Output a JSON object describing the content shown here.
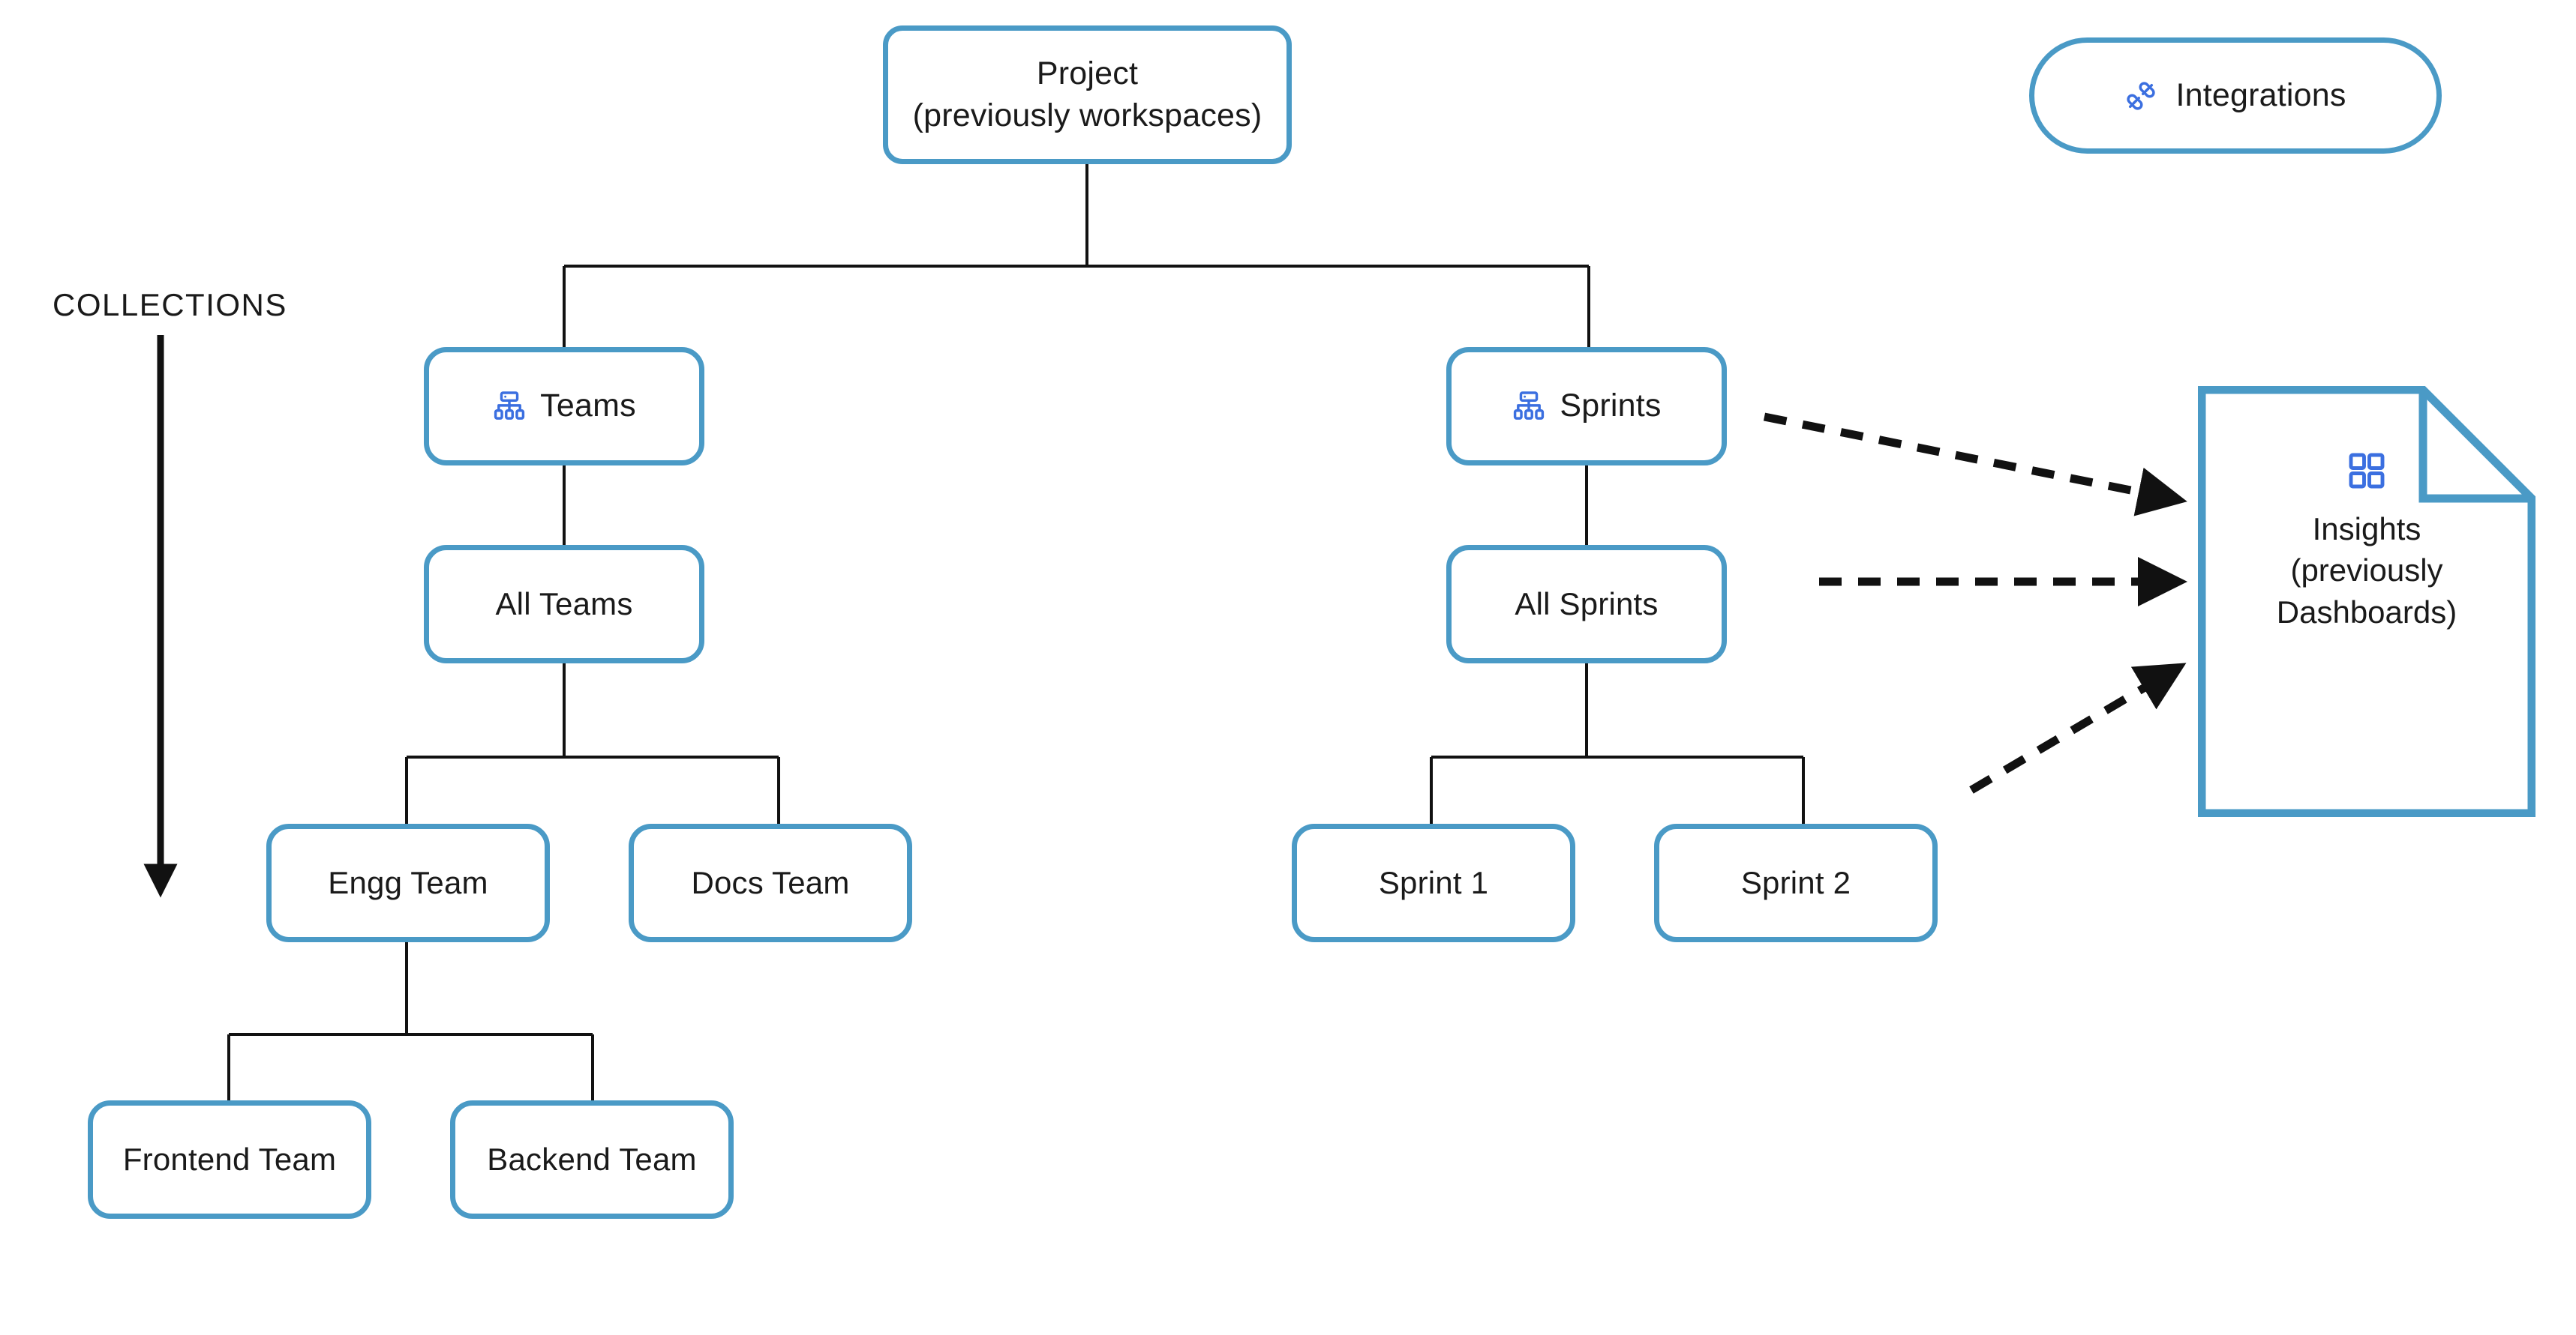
{
  "diagram": {
    "title": "Project hierarchy and collections",
    "background_color": "#ffffff",
    "node_border_color": "#4a9ac6",
    "icon_color": "#3b6fe0",
    "connector_color": "#111111",
    "text_color": "#1a1a1a"
  },
  "annotations": {
    "collections_label": "COLLECTIONS",
    "collections_arrow_direction": "down"
  },
  "nodes": {
    "project": {
      "label": "Project\n(previously workspaces)",
      "shape": "rounded-rectangle"
    },
    "integrations": {
      "label": "Integrations",
      "icon": "plug-connection-icon",
      "shape": "pill"
    },
    "teams": {
      "label": "Teams",
      "icon": "hierarchy-icon",
      "shape": "rounded-rectangle"
    },
    "sprints": {
      "label": "Sprints",
      "icon": "hierarchy-icon",
      "shape": "rounded-rectangle"
    },
    "all_teams": {
      "label": "All Teams",
      "shape": "rounded-rectangle"
    },
    "all_sprints": {
      "label": "All Sprints",
      "shape": "rounded-rectangle"
    },
    "engg_team": {
      "label": "Engg Team",
      "shape": "rounded-rectangle"
    },
    "docs_team": {
      "label": "Docs Team",
      "shape": "rounded-rectangle"
    },
    "sprint_1": {
      "label": "Sprint 1",
      "shape": "rounded-rectangle"
    },
    "sprint_2": {
      "label": "Sprint 2",
      "shape": "rounded-rectangle"
    },
    "frontend_team": {
      "label": "Frontend Team",
      "shape": "rounded-rectangle"
    },
    "backend_team": {
      "label": "Backend Team",
      "shape": "rounded-rectangle"
    },
    "insights": {
      "label": "Insights\n(previously\nDashboards)",
      "icon": "dashboard-grid-icon",
      "shape": "document-folded-corner"
    }
  },
  "edges": [
    {
      "from": "project",
      "to": "teams",
      "style": "solid"
    },
    {
      "from": "project",
      "to": "sprints",
      "style": "solid"
    },
    {
      "from": "teams",
      "to": "all_teams",
      "style": "solid"
    },
    {
      "from": "all_teams",
      "to": "engg_team",
      "style": "solid"
    },
    {
      "from": "all_teams",
      "to": "docs_team",
      "style": "solid"
    },
    {
      "from": "engg_team",
      "to": "frontend_team",
      "style": "solid"
    },
    {
      "from": "engg_team",
      "to": "backend_team",
      "style": "solid"
    },
    {
      "from": "sprints",
      "to": "all_sprints",
      "style": "solid"
    },
    {
      "from": "all_sprints",
      "to": "sprint_1",
      "style": "solid"
    },
    {
      "from": "all_sprints",
      "to": "sprint_2",
      "style": "solid"
    },
    {
      "from": "sprints",
      "to": "insights",
      "style": "dashed",
      "arrow": true
    },
    {
      "from": "all_sprints",
      "to": "insights",
      "style": "dashed",
      "arrow": true
    },
    {
      "from": "sprint_2",
      "to": "insights",
      "style": "dashed",
      "arrow": true
    }
  ]
}
